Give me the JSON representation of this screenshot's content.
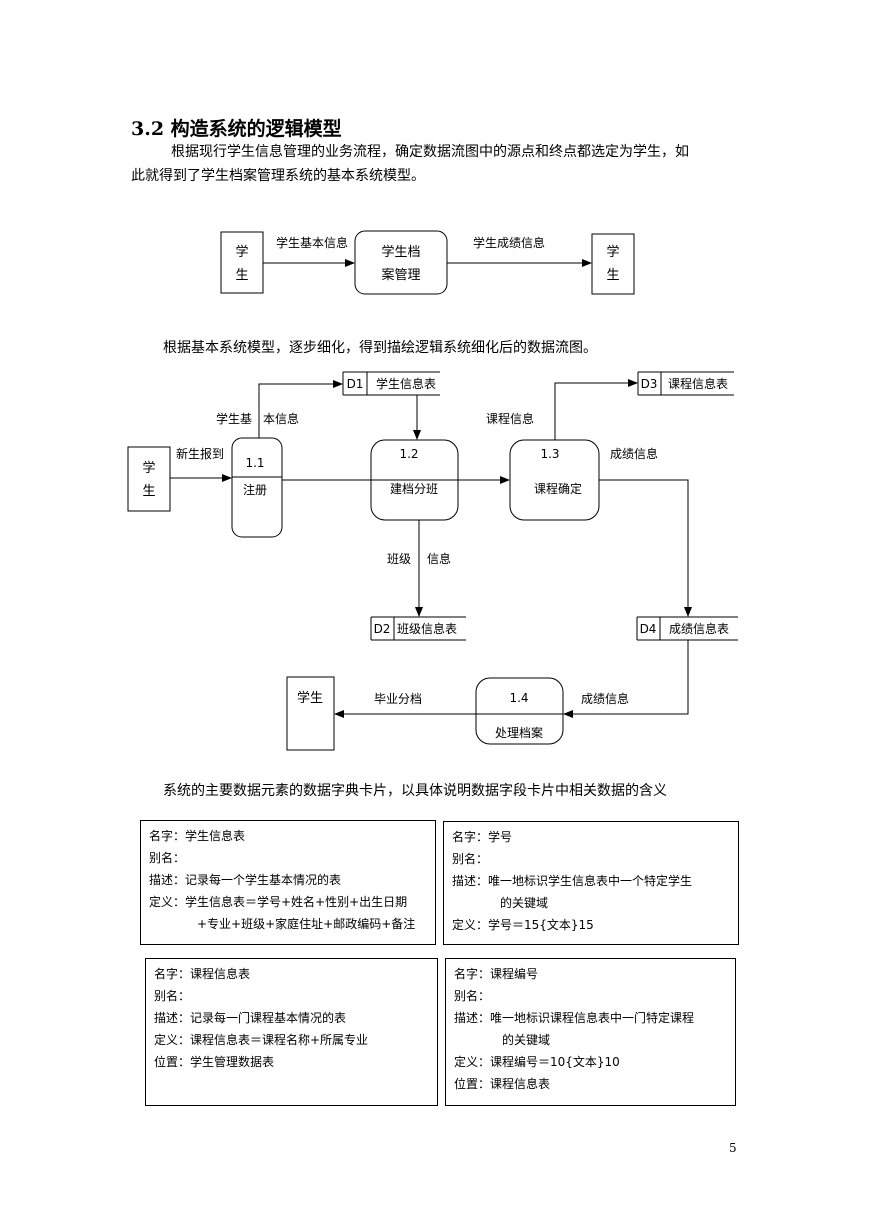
{
  "section": {
    "heading": "3.2  构造系统的逻辑模型"
  },
  "paragraphs": {
    "p1_line1": "根据现行学生信息管理的业务流程，确定数据流图中的源点和终点都选定为学生，如",
    "p1_line2": "此就得到了学生档案管理系统的基本系统模型。",
    "p2": "根据基本系统模型，逐步细化，得到描绘逻辑系统细化后的数据流图。",
    "p3": "系统的主要数据元素的数据字典卡片，以具体说明数据字段卡片中相关数据的含义"
  },
  "basic_model": {
    "source_top": "学",
    "source_bottom": "生",
    "process_top": "学生档",
    "process_bottom": "案管理",
    "sink_top": "学",
    "sink_bottom": "生",
    "flow_in": "学生基本信息",
    "flow_out": "学生成绩信息"
  },
  "detailed_dfd": {
    "student_top": "学",
    "student_bottom": "生",
    "flow_new_student": "新生报到",
    "flow_basic_info_a": "学生基",
    "flow_basic_info_b": "本信息",
    "p11_id": "1.1",
    "p11_name": "注册",
    "p12_id": "1.2",
    "p12_name": "建档分班",
    "p13_id": "1.3",
    "p13_name": "课程确定",
    "p14_id": "1.4",
    "p14_name": "处理档案",
    "d1_id": "D1",
    "d1_name": "学生信息表",
    "d2_id": "D2",
    "d2_name": "班级信息表",
    "d3_id": "D3",
    "d3_name": "课程信息表",
    "d4_id": "D4",
    "d4_name": "成绩信息表",
    "flow_course_info": "课程信息",
    "flow_grade_info_1": "成绩信息",
    "flow_class_a": "班级",
    "flow_class_b": "信息",
    "flow_grade_info_2": "成绩信息",
    "flow_graduation": "毕业分档",
    "student_sink": "学生"
  },
  "cards": {
    "c1": {
      "name": "名字：学生信息表",
      "alias": "别名：",
      "desc": "描述：记录每一个学生基本情况的表",
      "def1": "定义：学生信息表＝学号+姓名+性别+出生日期",
      "def2": "+专业+班级+家庭住址+邮政编码+备注"
    },
    "c2": {
      "name": "名字：学号",
      "alias": "别名：",
      "desc1": "描述：唯一地标识学生信息表中一个特定学生",
      "desc2": "的关键域",
      "def": "定义：学号＝15{文本}15"
    },
    "c3": {
      "name": "名字：课程信息表",
      "alias": "别名：",
      "desc": "描述：记录每一门课程基本情况的表",
      "def": "定义：课程信息表＝课程名称+所属专业",
      "loc": "位置：学生管理数据表"
    },
    "c4": {
      "name": "名字：课程编号",
      "alias": "别名：",
      "desc1": "描述：唯一地标识课程信息表中一门特定课程",
      "desc2": "的关键域",
      "def": "定义：课程编号＝10{文本}10",
      "loc": "位置：课程信息表"
    }
  },
  "page_number": "5"
}
